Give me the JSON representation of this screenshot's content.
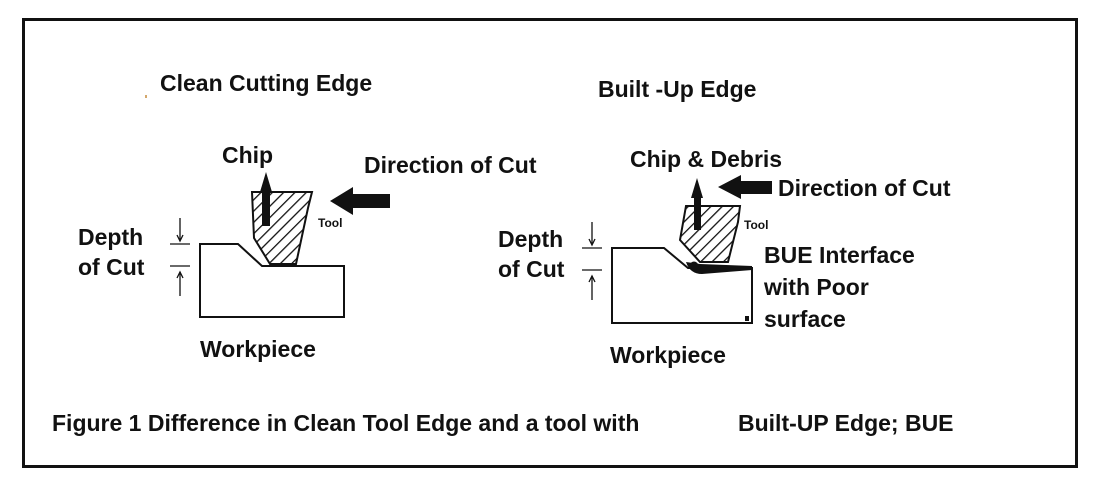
{
  "left_panel": {
    "title": "Clean  Cutting Edge",
    "chip_label": "Chip",
    "direction_label": "Direction of Cut",
    "tool_label": "Tool",
    "depth_label_line1": "Depth",
    "depth_label_line2": "of Cut",
    "workpiece_label": "Workpiece"
  },
  "right_panel": {
    "title": "Built -Up Edge",
    "chip_label": "Chip & Debris",
    "direction_label": "Direction of Cut",
    "tool_label": "Tool",
    "depth_label_line1": "Depth",
    "depth_label_line2": "of Cut",
    "bue_label_line1": "BUE Interface",
    "bue_label_line2": "with Poor",
    "bue_label_line3": "surface",
    "workpiece_label": "Workpiece"
  },
  "caption_part1": "Figure 1 Difference in Clean Tool Edge and a tool with",
  "caption_part2": "Built-UP  Edge;  BUE"
}
